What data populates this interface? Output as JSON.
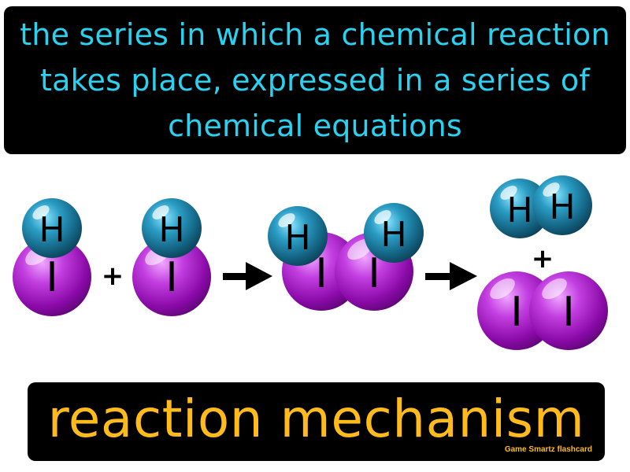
{
  "definition": "the series in which a chemical reaction takes place, expressed in a series of chemical equations",
  "term": "reaction mechanism",
  "credit": "Game Smartz flashcard",
  "diagram": {
    "hydrogen_symbol": "H",
    "iodine_symbol": "I",
    "plus_sign": "+",
    "colors": {
      "hydrogen": "#1d6f8f",
      "iodine": "#a514c4",
      "arrow": "#000000"
    }
  },
  "colors": {
    "background": "#ffffff",
    "box": "#000000",
    "definition_text": "#2bd2f0",
    "term_text": "#ffbb1c"
  }
}
